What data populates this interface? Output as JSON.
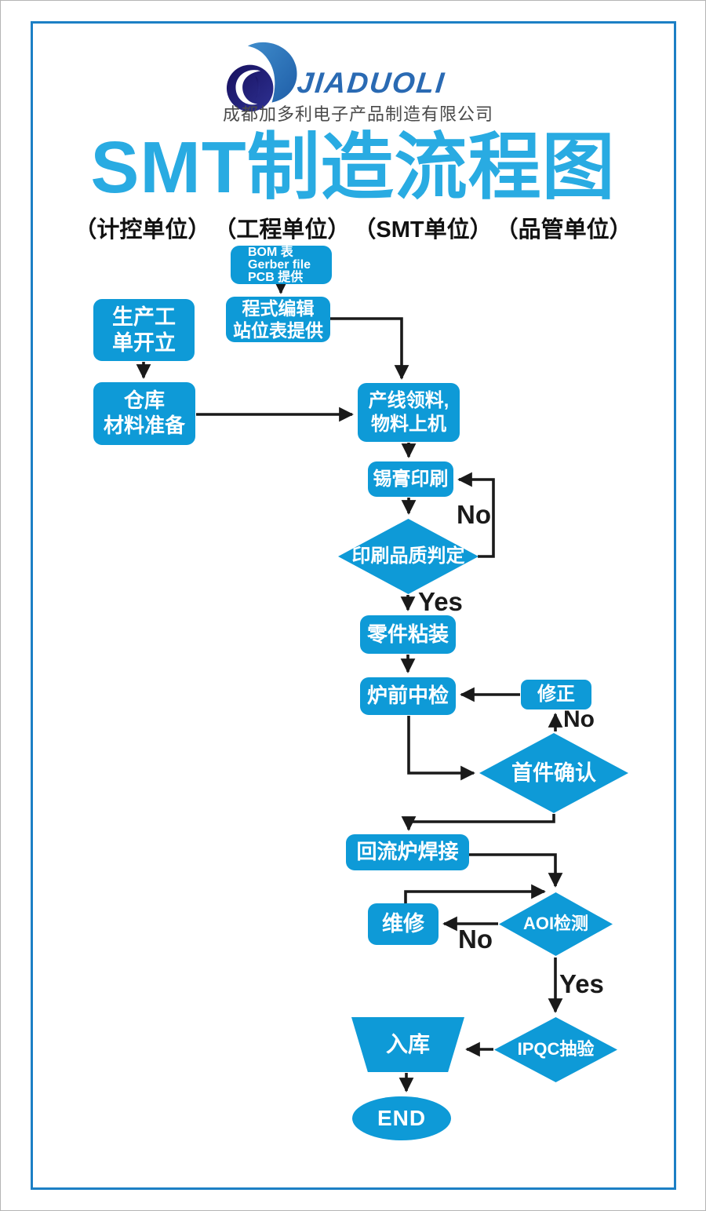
{
  "header": {
    "logo_text": "JIADUOLI",
    "company_name": "成都加多利电子产品制造有限公司",
    "title": "SMT制造流程图",
    "units": [
      "（计控单位）",
      "（工程单位）",
      "（SMT单位）",
      "（品管单位）"
    ]
  },
  "flowchart": {
    "nodes": {
      "bom": {
        "lines": [
          "BOM 表",
          "Gerber file",
          "PCB 提供"
        ]
      },
      "program_edit": {
        "lines": [
          "程式编辑",
          "站位表提供"
        ]
      },
      "work_order": {
        "lines": [
          "生产工",
          "单开立"
        ]
      },
      "warehouse_prep": {
        "lines": [
          "仓库",
          "材料准备"
        ]
      },
      "line_feeding": {
        "lines": [
          "产线领料,",
          "物料上机"
        ]
      },
      "solder_print": {
        "label": "锡膏印刷"
      },
      "print_quality_check": {
        "label": "印刷品质判定"
      },
      "component_mount": {
        "label": "零件粘装"
      },
      "pre_oven_check": {
        "label": "炉前中检"
      },
      "rework_fix": {
        "label": "修正"
      },
      "first_article_confirm": {
        "label": "首件确认"
      },
      "reflow_soldering": {
        "label": "回流炉焊接"
      },
      "repair": {
        "label": "维修"
      },
      "aoi_inspection": {
        "label": "AOI检测"
      },
      "ipqc_sampling": {
        "label": "IPQC抽验"
      },
      "warehouse_in": {
        "label": "入库"
      },
      "end": {
        "label": "END"
      }
    },
    "edge_labels": {
      "print_no": "No",
      "print_yes": "Yes",
      "first_article_no": "No",
      "aoi_no": "No",
      "aoi_yes": "Yes"
    }
  },
  "colors": {
    "node_blue": "#0e9ad7",
    "title_blue": "#29abe2",
    "frame_blue": "#1c7fc5",
    "logo_blue": "#2a6ab3",
    "logo_navy": "#1b1464",
    "arrow_black": "#1a1a1a"
  }
}
